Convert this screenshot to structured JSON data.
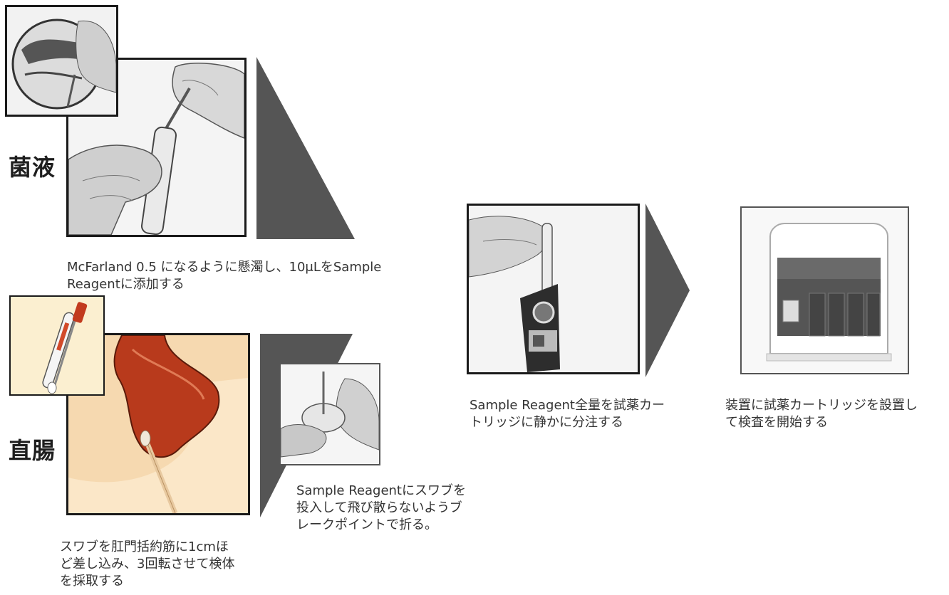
{
  "labels": {
    "bacteria": "菌液",
    "rectum": "直腸"
  },
  "captions": {
    "bacteria_step_line1": "McFarland 0.5 になるように懸濁し、10μLをSample",
    "bacteria_step_line2": "Reagentに添加する",
    "swab_insert_line1": "スワブを肛門括約筋に1cmほ",
    "swab_insert_line2": "ど差し込み、3回転させて検体",
    "swab_insert_line3": "を採取する",
    "swab_break_line1": "Sample Reagentにスワブを",
    "swab_break_line2": "投入して飛び散らないようブ",
    "swab_break_line3": "レークポイントで折る。",
    "dispense_line1": "Sample Reagent全量を試薬カー",
    "dispense_line2": "トリッジに静かに分注する",
    "start_line1": "装置に試薬カートリッジを設置し",
    "start_line2": "て検査を開始する"
  },
  "colors": {
    "arrow": "#555555",
    "frame": "#1a1a1a",
    "rectum_red": "#b83a1c",
    "skin": "#f6d9b0",
    "cream": "#fbefd0"
  },
  "icons": {
    "petri_dish": "petri-dish-illustration",
    "pipette_tube": "pipette-tube-illustration",
    "swab_kit": "swab-kit-illustration",
    "rectum": "rectum-anatomy-illustration",
    "swab_break": "swab-break-illustration",
    "cartridge_dispense": "cartridge-dispense-illustration",
    "analyzer": "analyzer-device-illustration"
  }
}
